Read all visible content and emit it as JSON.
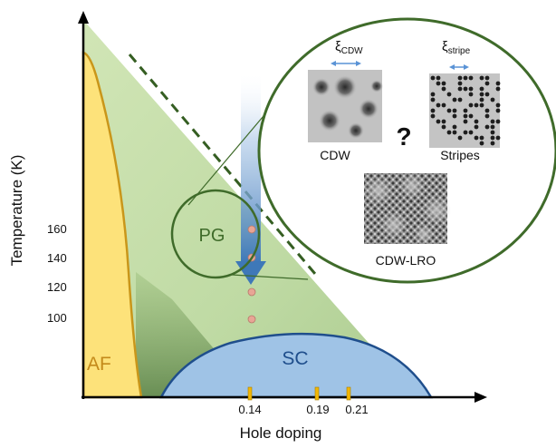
{
  "axes": {
    "xlabel": "Hole doping",
    "ylabel": "Temperature (K)",
    "y_ticks": [
      "160",
      "140",
      "120",
      "100"
    ],
    "x_ticks": [
      "0.14",
      "0.19",
      "0.21"
    ]
  },
  "regions": {
    "af_label": "AF",
    "sc_label": "SC",
    "pg_label": "PG"
  },
  "inset": {
    "cdw_xi_main": "ξ",
    "cdw_xi_sub": "CDW",
    "stripe_xi_main": "ξ",
    "stripe_xi_sub": "stripe",
    "cdw_label": "CDW",
    "stripes_label": "Stripes",
    "question": "?",
    "lro_label": "CDW-LRO"
  },
  "colors": {
    "af_fill": "#fde27a",
    "af_edge": "#c9961a",
    "pg_fill": "#c7e0a8",
    "sc_fill": "#9fc3e6",
    "sc_edge": "#1f4e8c",
    "circle_edge": "#3f6b2a",
    "arrow": "#3e78b8",
    "tick_marker": "#f2b705",
    "dot": "#e8a595"
  }
}
